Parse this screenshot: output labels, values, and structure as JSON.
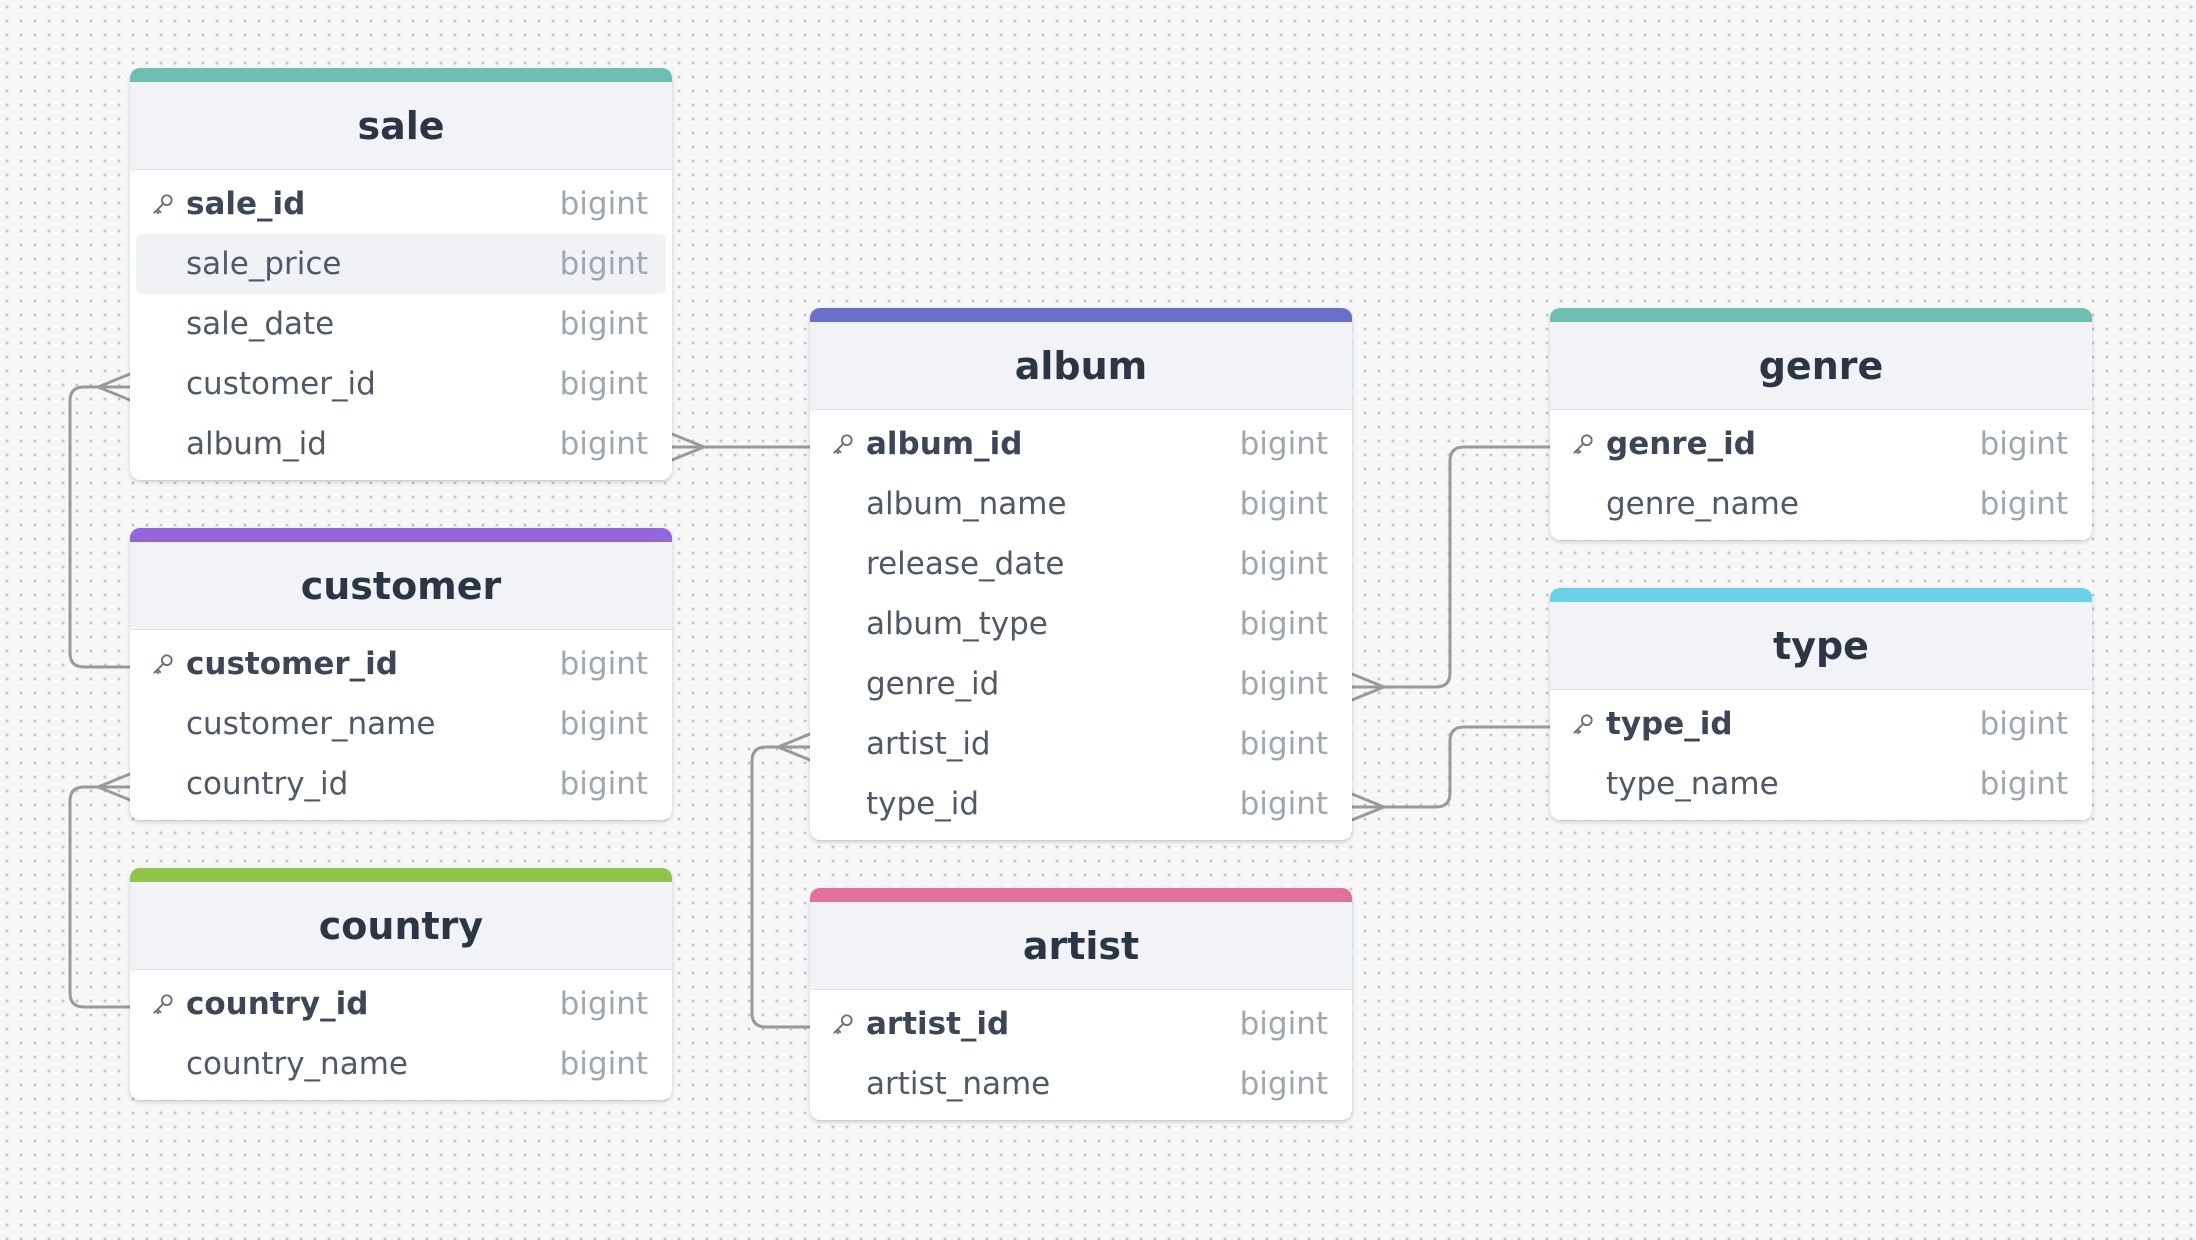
{
  "tables": {
    "sale": {
      "name": "sale",
      "accent": "#6fbfb1",
      "columns": [
        {
          "name": "sale_id",
          "type": "bigint",
          "pk": true
        },
        {
          "name": "sale_price",
          "type": "bigint"
        },
        {
          "name": "sale_date",
          "type": "bigint"
        },
        {
          "name": "customer_id",
          "type": "bigint"
        },
        {
          "name": "album_id",
          "type": "bigint"
        }
      ]
    },
    "customer": {
      "name": "customer",
      "accent": "#9267dc",
      "columns": [
        {
          "name": "customer_id",
          "type": "bigint",
          "pk": true
        },
        {
          "name": "customer_name",
          "type": "bigint"
        },
        {
          "name": "country_id",
          "type": "bigint"
        }
      ]
    },
    "country": {
      "name": "country",
      "accent": "#8ec54a",
      "columns": [
        {
          "name": "country_id",
          "type": "bigint",
          "pk": true
        },
        {
          "name": "country_name",
          "type": "bigint"
        }
      ]
    },
    "album": {
      "name": "album",
      "accent": "#6a6fc9",
      "columns": [
        {
          "name": "album_id",
          "type": "bigint",
          "pk": true
        },
        {
          "name": "album_name",
          "type": "bigint"
        },
        {
          "name": "release_date",
          "type": "bigint"
        },
        {
          "name": "album_type",
          "type": "bigint"
        },
        {
          "name": "genre_id",
          "type": "bigint"
        },
        {
          "name": "artist_id",
          "type": "bigint"
        },
        {
          "name": "type_id",
          "type": "bigint"
        }
      ]
    },
    "artist": {
      "name": "artist",
      "accent": "#e2709a",
      "columns": [
        {
          "name": "artist_id",
          "type": "bigint",
          "pk": true
        },
        {
          "name": "artist_name",
          "type": "bigint"
        }
      ]
    },
    "genre": {
      "name": "genre",
      "accent": "#6fbfb1",
      "columns": [
        {
          "name": "genre_id",
          "type": "bigint",
          "pk": true
        },
        {
          "name": "genre_name",
          "type": "bigint"
        }
      ]
    },
    "type": {
      "name": "type",
      "accent": "#6ad0ea",
      "columns": [
        {
          "name": "type_id",
          "type": "bigint",
          "pk": true
        },
        {
          "name": "type_name",
          "type": "bigint"
        }
      ]
    }
  },
  "relationships": [
    {
      "from": "sale.customer_id",
      "to": "customer.customer_id",
      "cardinality": "many-to-one"
    },
    {
      "from": "sale.album_id",
      "to": "album.album_id",
      "cardinality": "many-to-one"
    },
    {
      "from": "customer.country_id",
      "to": "country.country_id",
      "cardinality": "many-to-one"
    },
    {
      "from": "album.artist_id",
      "to": "artist.artist_id",
      "cardinality": "many-to-one"
    },
    {
      "from": "album.genre_id",
      "to": "genre.genre_id",
      "cardinality": "many-to-one"
    },
    {
      "from": "album.type_id",
      "to": "type.type_id",
      "cardinality": "many-to-one"
    }
  ],
  "icons": {
    "primary_key": "key-icon"
  },
  "colors": {
    "connector": "#9a9a9a",
    "canvas_background": "#f7f7f7"
  }
}
